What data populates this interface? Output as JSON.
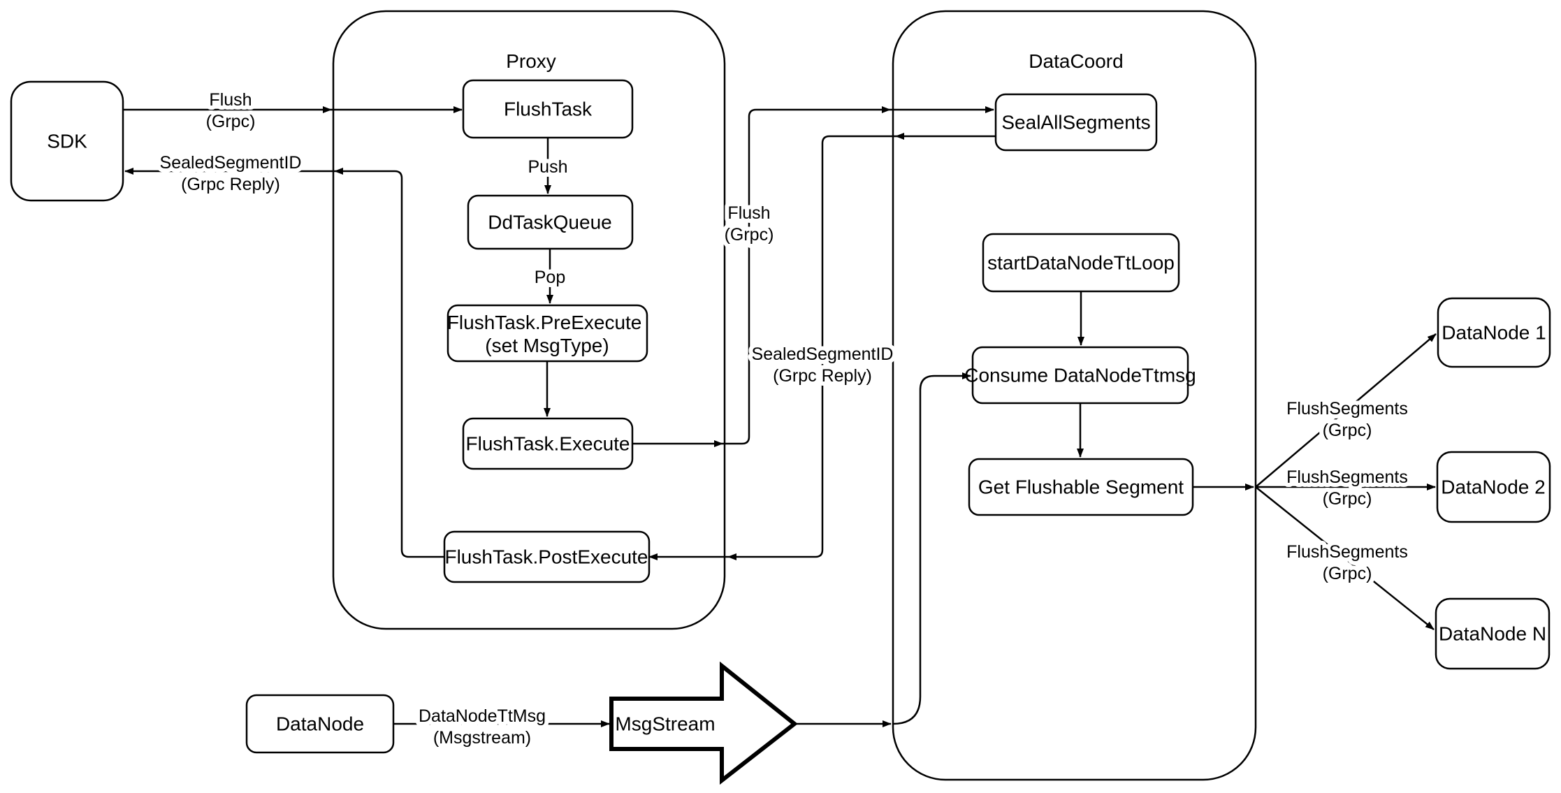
{
  "diagram": {
    "containers": {
      "proxy": {
        "label": "Proxy"
      },
      "datacoord": {
        "label": "DataCoord"
      }
    },
    "nodes": {
      "sdk": {
        "label": "SDK"
      },
      "flush_task": {
        "label": "FlushTask"
      },
      "dd_task_queue": {
        "label": "DdTaskQueue"
      },
      "pre_execute": {
        "label_line1": "FlushTask.PreExecute",
        "label_line2": "(set MsgType)"
      },
      "execute": {
        "label": "FlushTask.Execute"
      },
      "post_execute": {
        "label": "FlushTask.PostExecute"
      },
      "seal_all_segments": {
        "label": "SealAllSegments"
      },
      "start_datanode_tt_loop": {
        "label": "startDataNodeTtLoop"
      },
      "consume_datanode_ttmsg": {
        "label": "Consume DataNodeTtmsg"
      },
      "get_flushable_segment": {
        "label": "Get Flushable Segment"
      },
      "datanode_1": {
        "label": "DataNode 1"
      },
      "datanode_2": {
        "label": "DataNode 2"
      },
      "datanode_n": {
        "label": "DataNode N"
      },
      "datanode": {
        "label": "DataNode"
      },
      "msgstream": {
        "label": "MsgStream"
      }
    },
    "edge_labels": {
      "flush_sdk": {
        "line1": "Flush",
        "line2": "(Grpc)"
      },
      "sealed_segment_sdk": {
        "line1": "SealedSegmentID",
        "line2": "(Grpc Reply)"
      },
      "push": {
        "line1": "Push"
      },
      "pop": {
        "line1": "Pop"
      },
      "flush_datacoord": {
        "line1": "Flush",
        "line2": "(Grpc)"
      },
      "sealed_segment_proxy": {
        "line1": "SealedSegmentID",
        "line2": "(Grpc Reply)"
      },
      "flush_segments_1": {
        "line1": "FlushSegments",
        "line2": "(Grpc)"
      },
      "flush_segments_2": {
        "line1": "FlushSegments",
        "line2": "(Grpc)"
      },
      "flush_segments_3": {
        "line1": "FlushSegments",
        "line2": "(Grpc)"
      },
      "datanode_ttmsg": {
        "line1": "DataNodeTtMsg",
        "line2": "(Msgstream)"
      }
    },
    "colors": {
      "stroke": "#000000",
      "fill": "#ffffff",
      "background": "#ffffff"
    }
  }
}
